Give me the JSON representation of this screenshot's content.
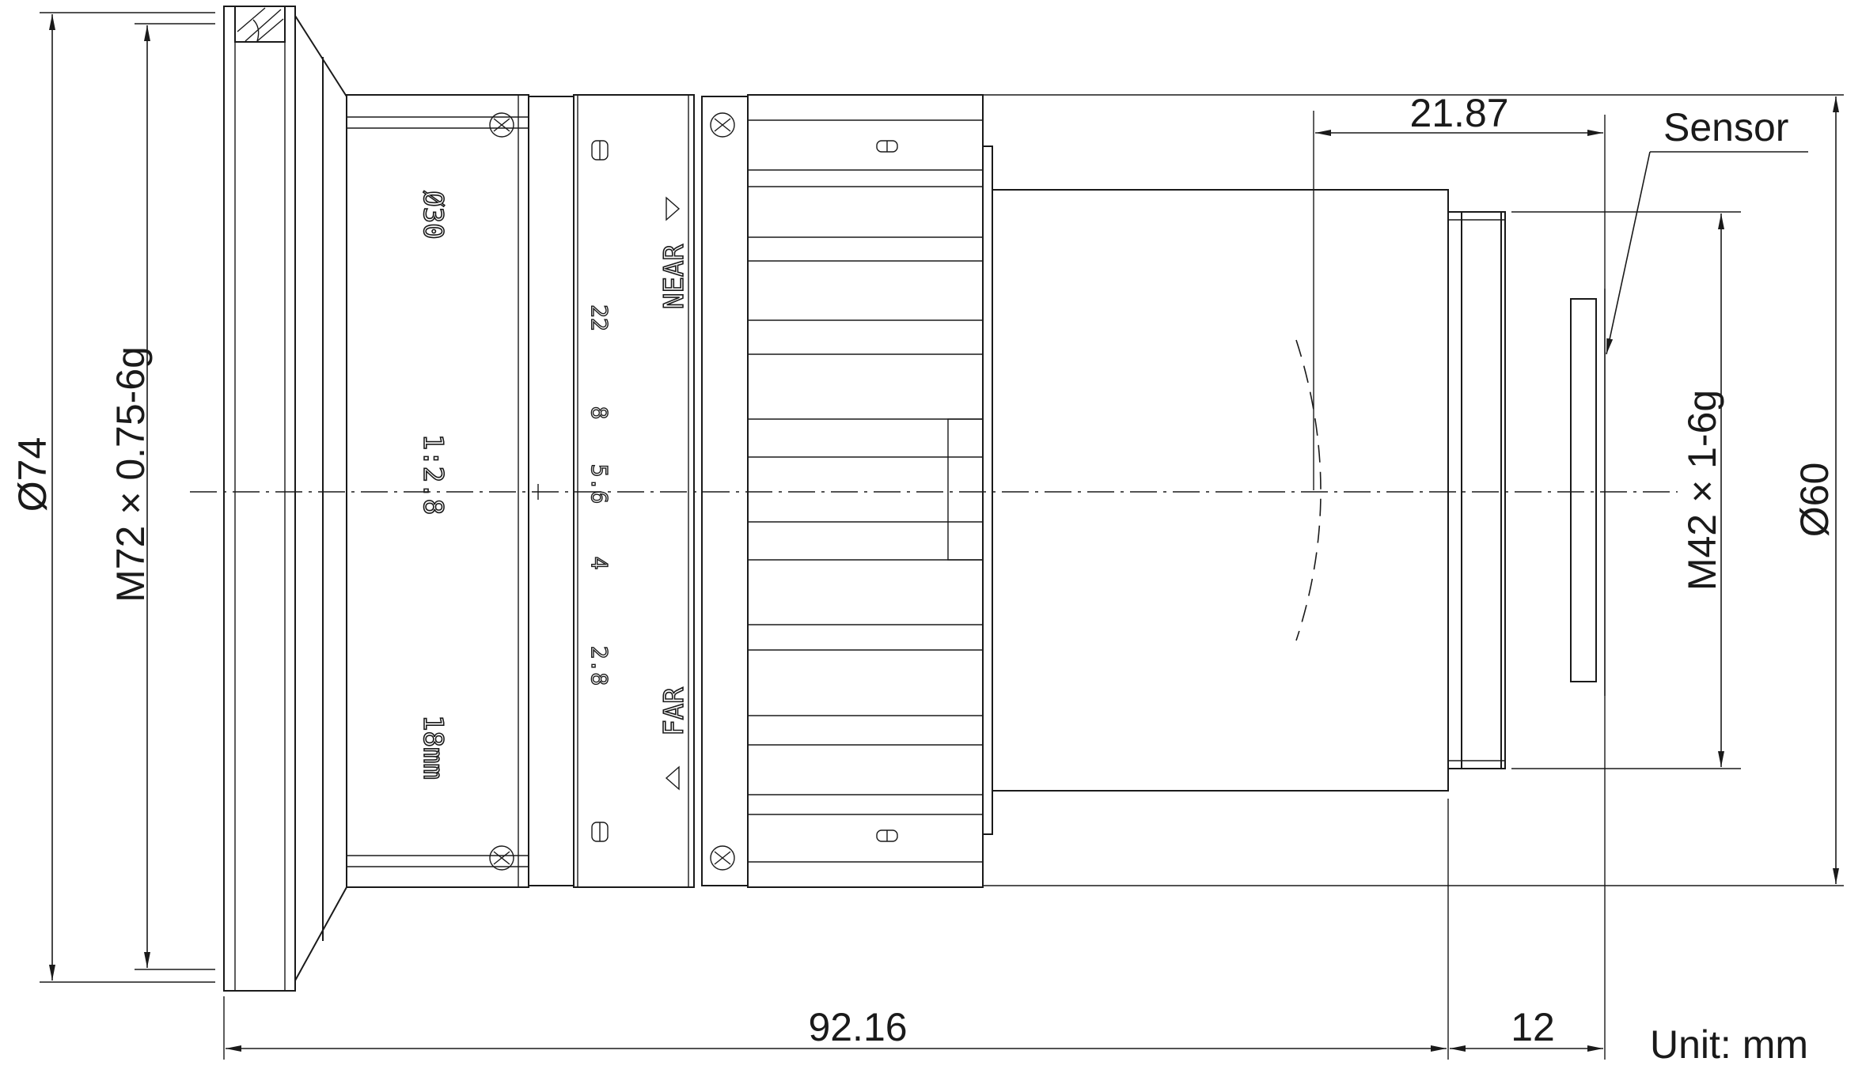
{
  "dimensions": {
    "outer_diameter": "Ø74",
    "front_thread": "M72 × 0.75-6g",
    "body_diameter": "Ø60",
    "mount_thread": "M42 × 1-6g",
    "total_length": "92.16",
    "back_focal": "12",
    "sensor_distance": "21.87"
  },
  "labels": {
    "sensor": "Sensor",
    "unit": "Unit: mm"
  },
  "engravings": {
    "filter": "Ø30",
    "aperture": "1:2.8",
    "focal": "18mm",
    "near": "NEAR",
    "far": "FAR",
    "f22": "22",
    "f8": "8",
    "f56": "5.6",
    "f4": "4",
    "f28": "2.8"
  }
}
